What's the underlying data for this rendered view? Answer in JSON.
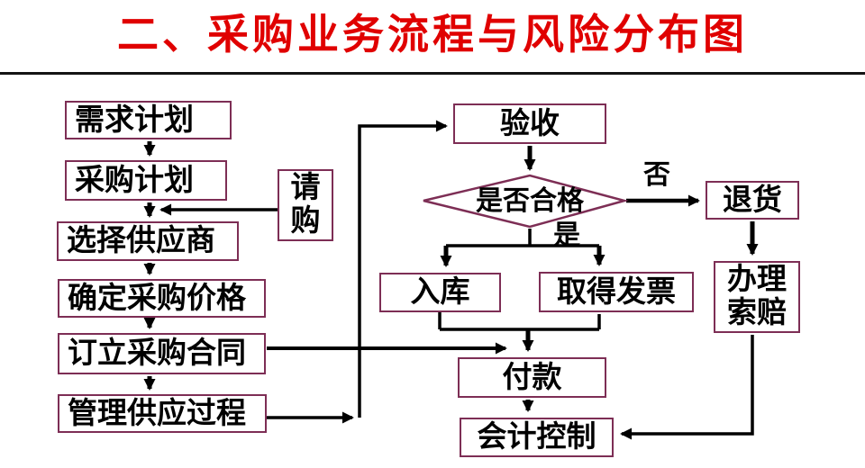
{
  "title": "二、采购业务流程与风险分布图",
  "colors": {
    "title": "#e00000",
    "box_border": "#7d2e55",
    "arrow": "#000000"
  },
  "nodes": {
    "demand_plan": "需求计划",
    "purchase_plan": "采购计划",
    "select_supplier": "选择供应商",
    "determine_price": "确定采购价格",
    "sign_contract": "订立采购合同",
    "manage_supply": "管理供应过程",
    "purchase_request": "请\n购",
    "acceptance": "验收",
    "decision_qualified": "是否合格",
    "return_goods": "退货",
    "handle_claim": "办理\n索赔",
    "warehouse_in": "入库",
    "obtain_invoice": "取得发票",
    "payment": "付款",
    "accounting_control": "会计控制"
  },
  "edge_labels": {
    "yes": "是",
    "no": "否"
  }
}
